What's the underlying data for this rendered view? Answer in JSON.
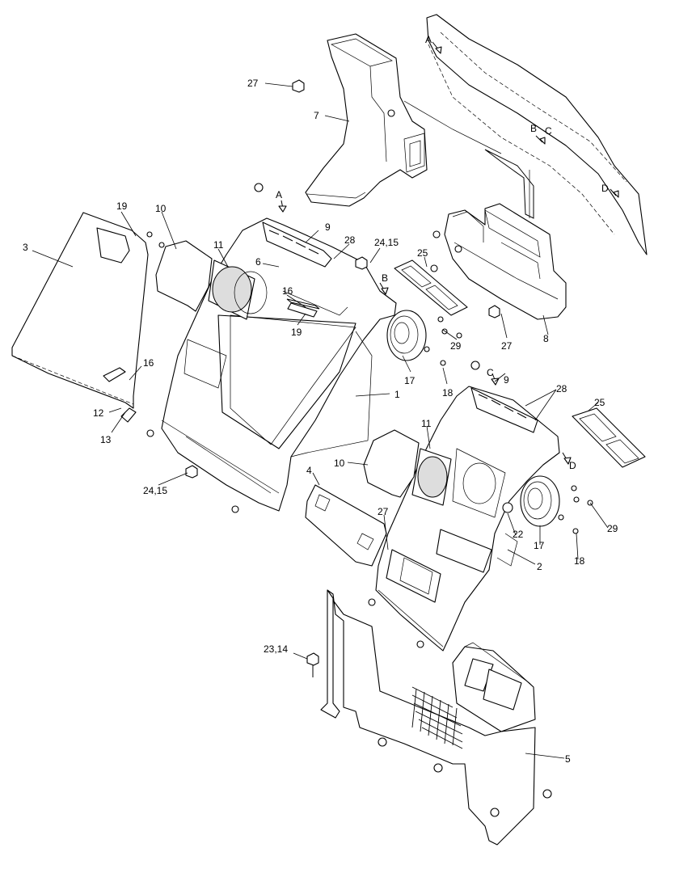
{
  "diagram": {
    "type": "exploded-parts-view",
    "callouts": [
      {
        "id": "c27a",
        "text": "27"
      },
      {
        "id": "c7",
        "text": "7"
      },
      {
        "id": "cA1",
        "text": "A"
      },
      {
        "id": "cB1",
        "text": "B"
      },
      {
        "id": "cC1",
        "text": "C"
      },
      {
        "id": "cD1",
        "text": "D"
      },
      {
        "id": "c19a",
        "text": "19"
      },
      {
        "id": "c10a",
        "text": "10"
      },
      {
        "id": "c3",
        "text": "3"
      },
      {
        "id": "cA2",
        "text": "A"
      },
      {
        "id": "c9a",
        "text": "9"
      },
      {
        "id": "c28a",
        "text": "28"
      },
      {
        "id": "c2415a",
        "text": "24,15"
      },
      {
        "id": "c25a",
        "text": "25"
      },
      {
        "id": "c11a",
        "text": "11"
      },
      {
        "id": "c6",
        "text": "6"
      },
      {
        "id": "c16a",
        "text": "16"
      },
      {
        "id": "cB2",
        "text": "B"
      },
      {
        "id": "c19b",
        "text": "19"
      },
      {
        "id": "c29a",
        "text": "29"
      },
      {
        "id": "c27b",
        "text": "27"
      },
      {
        "id": "c8",
        "text": "8"
      },
      {
        "id": "c16b",
        "text": "16"
      },
      {
        "id": "c17a",
        "text": "17"
      },
      {
        "id": "c1",
        "text": "1"
      },
      {
        "id": "c18a",
        "text": "18"
      },
      {
        "id": "c12",
        "text": "12"
      },
      {
        "id": "c13",
        "text": "13"
      },
      {
        "id": "cC2",
        "text": "C"
      },
      {
        "id": "c9b",
        "text": "9"
      },
      {
        "id": "c28b",
        "text": "28"
      },
      {
        "id": "c25b",
        "text": "25"
      },
      {
        "id": "c11b",
        "text": "11"
      },
      {
        "id": "c10b",
        "text": "10"
      },
      {
        "id": "cD2",
        "text": "D"
      },
      {
        "id": "c2415b",
        "text": "24,15"
      },
      {
        "id": "c4",
        "text": "4"
      },
      {
        "id": "c27c",
        "text": "27"
      },
      {
        "id": "c22",
        "text": "22"
      },
      {
        "id": "c17b",
        "text": "17"
      },
      {
        "id": "c29b",
        "text": "29"
      },
      {
        "id": "c18b",
        "text": "18"
      },
      {
        "id": "c2",
        "text": "2"
      },
      {
        "id": "c2314",
        "text": "23,14"
      },
      {
        "id": "c5",
        "text": "5"
      }
    ]
  }
}
